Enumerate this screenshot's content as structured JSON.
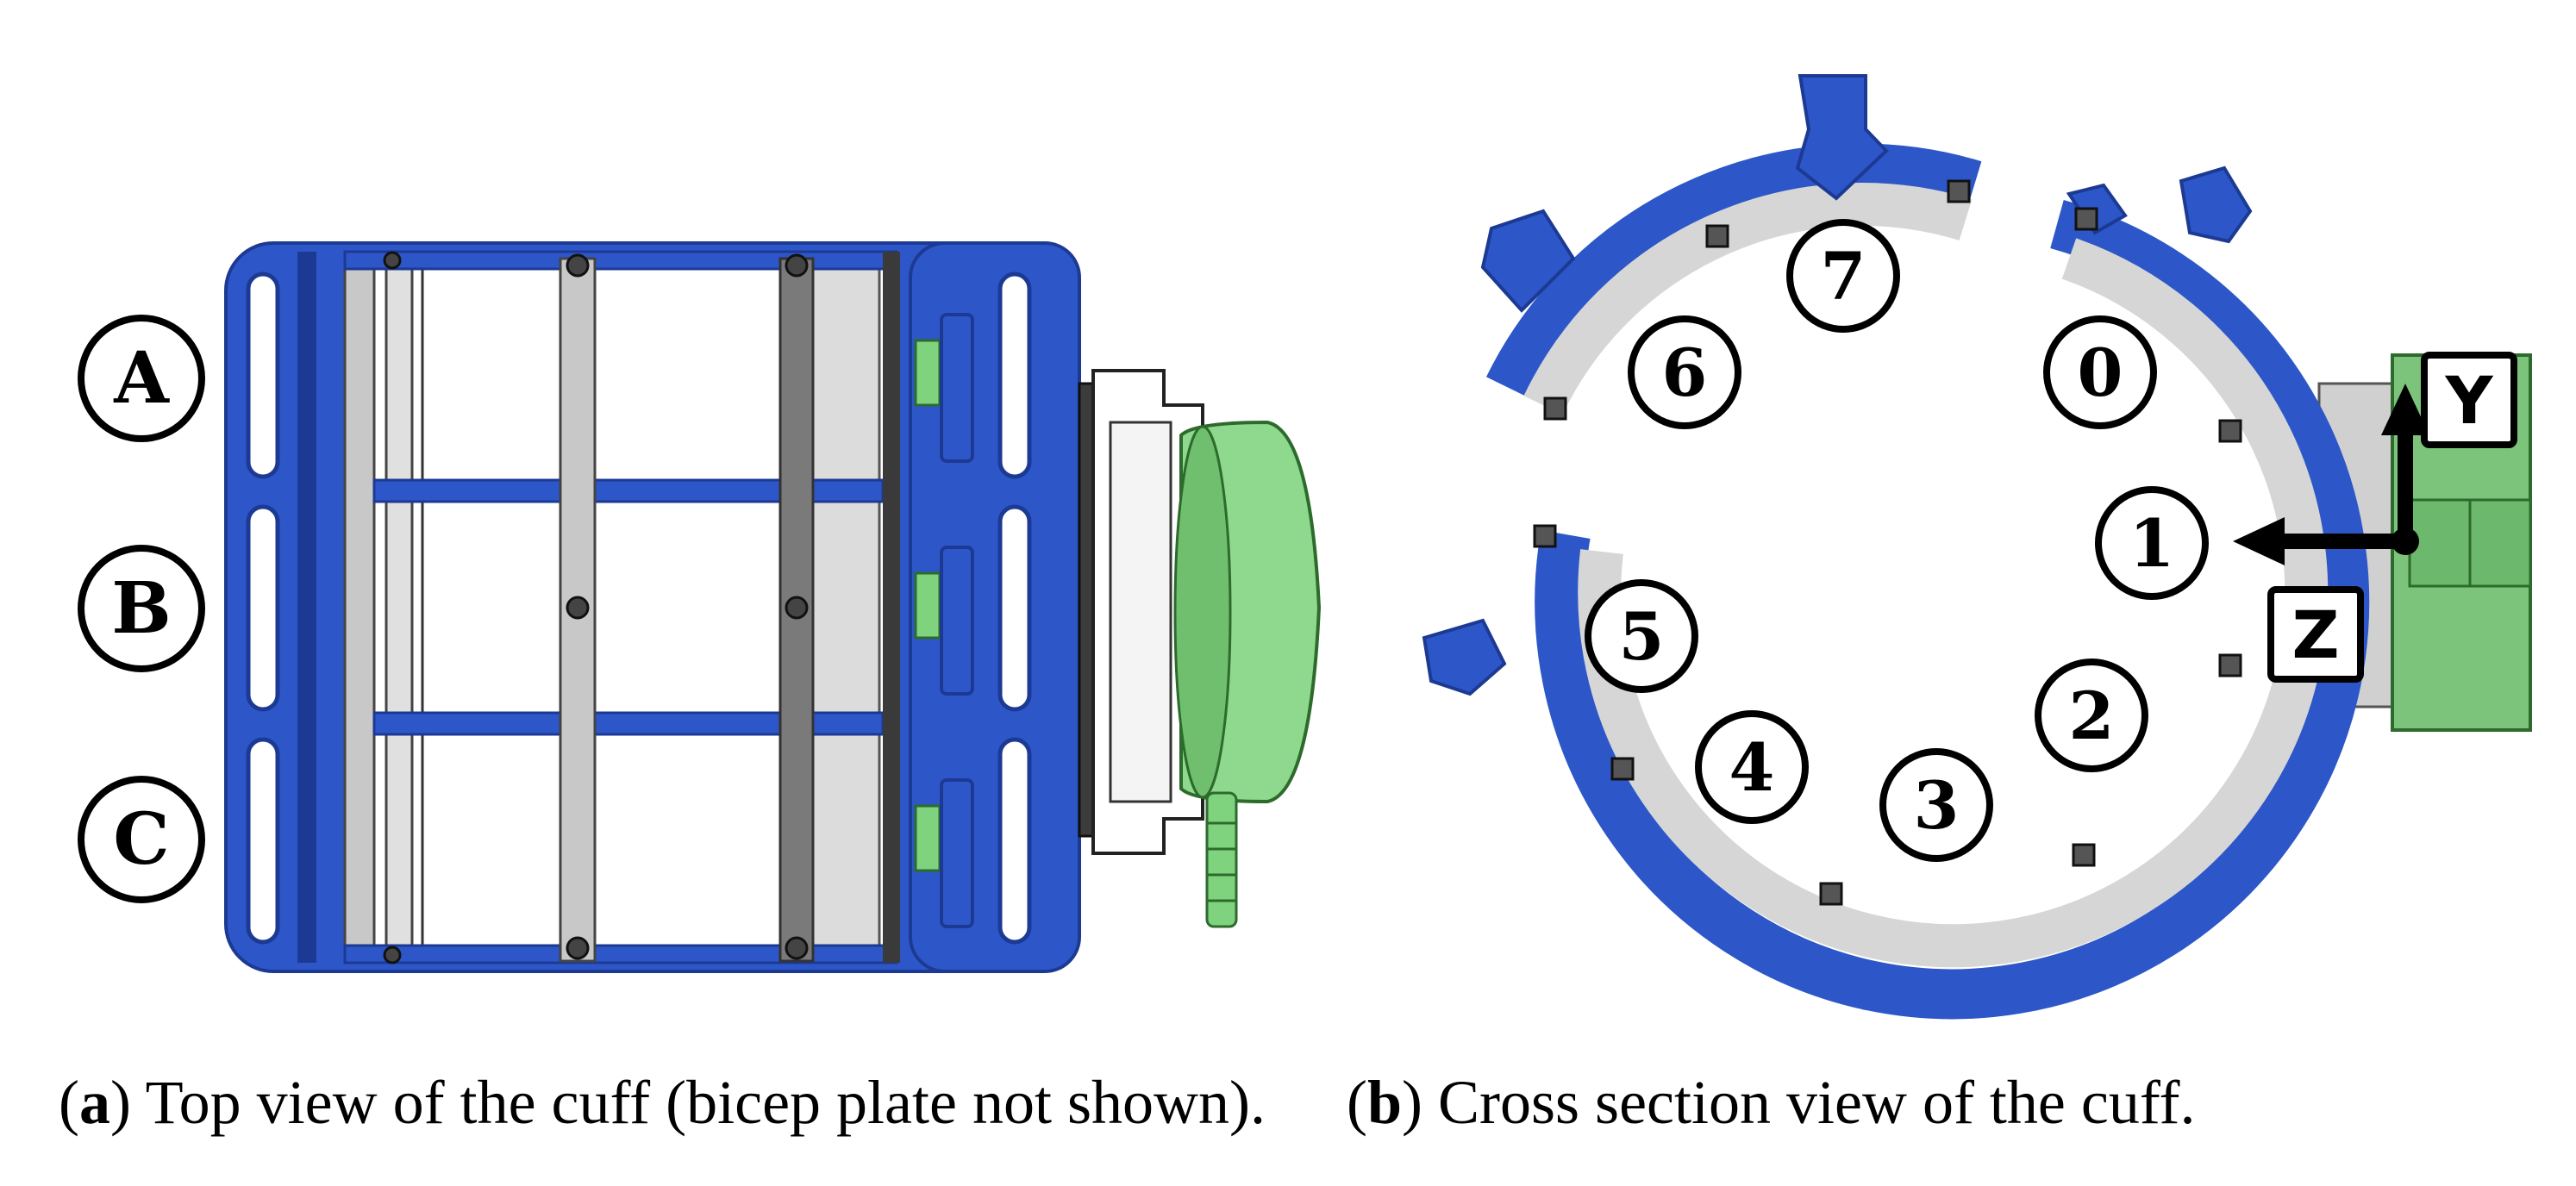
{
  "colors": {
    "frame_blue": "#2d57c8",
    "frame_blue_dark": "#1c3a94",
    "rod_light": "#c8c8c8",
    "rod_dark": "#6e6e6e",
    "pad_gray": "#d6d6d6",
    "sensor_green": "#7fd37f",
    "motor_green": "#7cc47c"
  },
  "panel_a": {
    "zone_labels": [
      "A",
      "B",
      "C"
    ],
    "caption_letter": "a",
    "caption_text": "Top view of the cuff (bicep plate not shown)."
  },
  "panel_b": {
    "segment_labels": [
      "0",
      "1",
      "2",
      "3",
      "4",
      "5",
      "6",
      "7"
    ],
    "axis_y_label": "Y",
    "axis_z_label": "Z",
    "caption_letter": "b",
    "caption_text": "Cross section view of the cuff."
  },
  "icons": {
    "axis_arrow": "axis-arrow-icon",
    "cuff_frame": "cuff-frame-icon",
    "encoder": "encoder-icon"
  }
}
